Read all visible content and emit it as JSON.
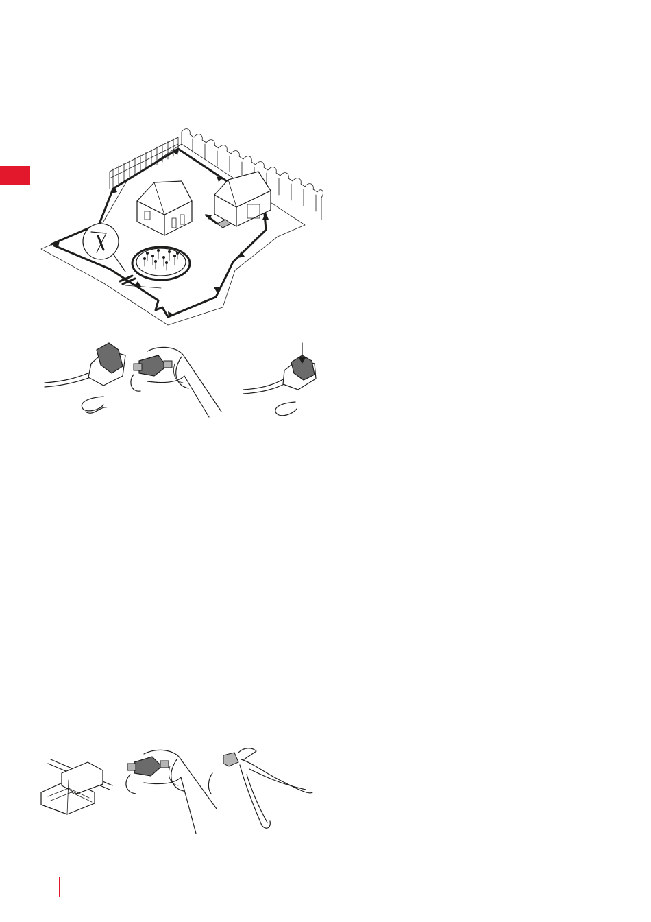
{
  "colors": {
    "accent": "#e3182d",
    "line": "#1d1d1b",
    "connector_dark": "#6b6b6b",
    "connector_light": "#b5b5b5"
  },
  "figures": {
    "garden": "garden-boundary-wire-illustration",
    "connector_steps": "wire-connector-pliers-illustration",
    "splice_steps": "wire-splice-cutters-illustration"
  }
}
